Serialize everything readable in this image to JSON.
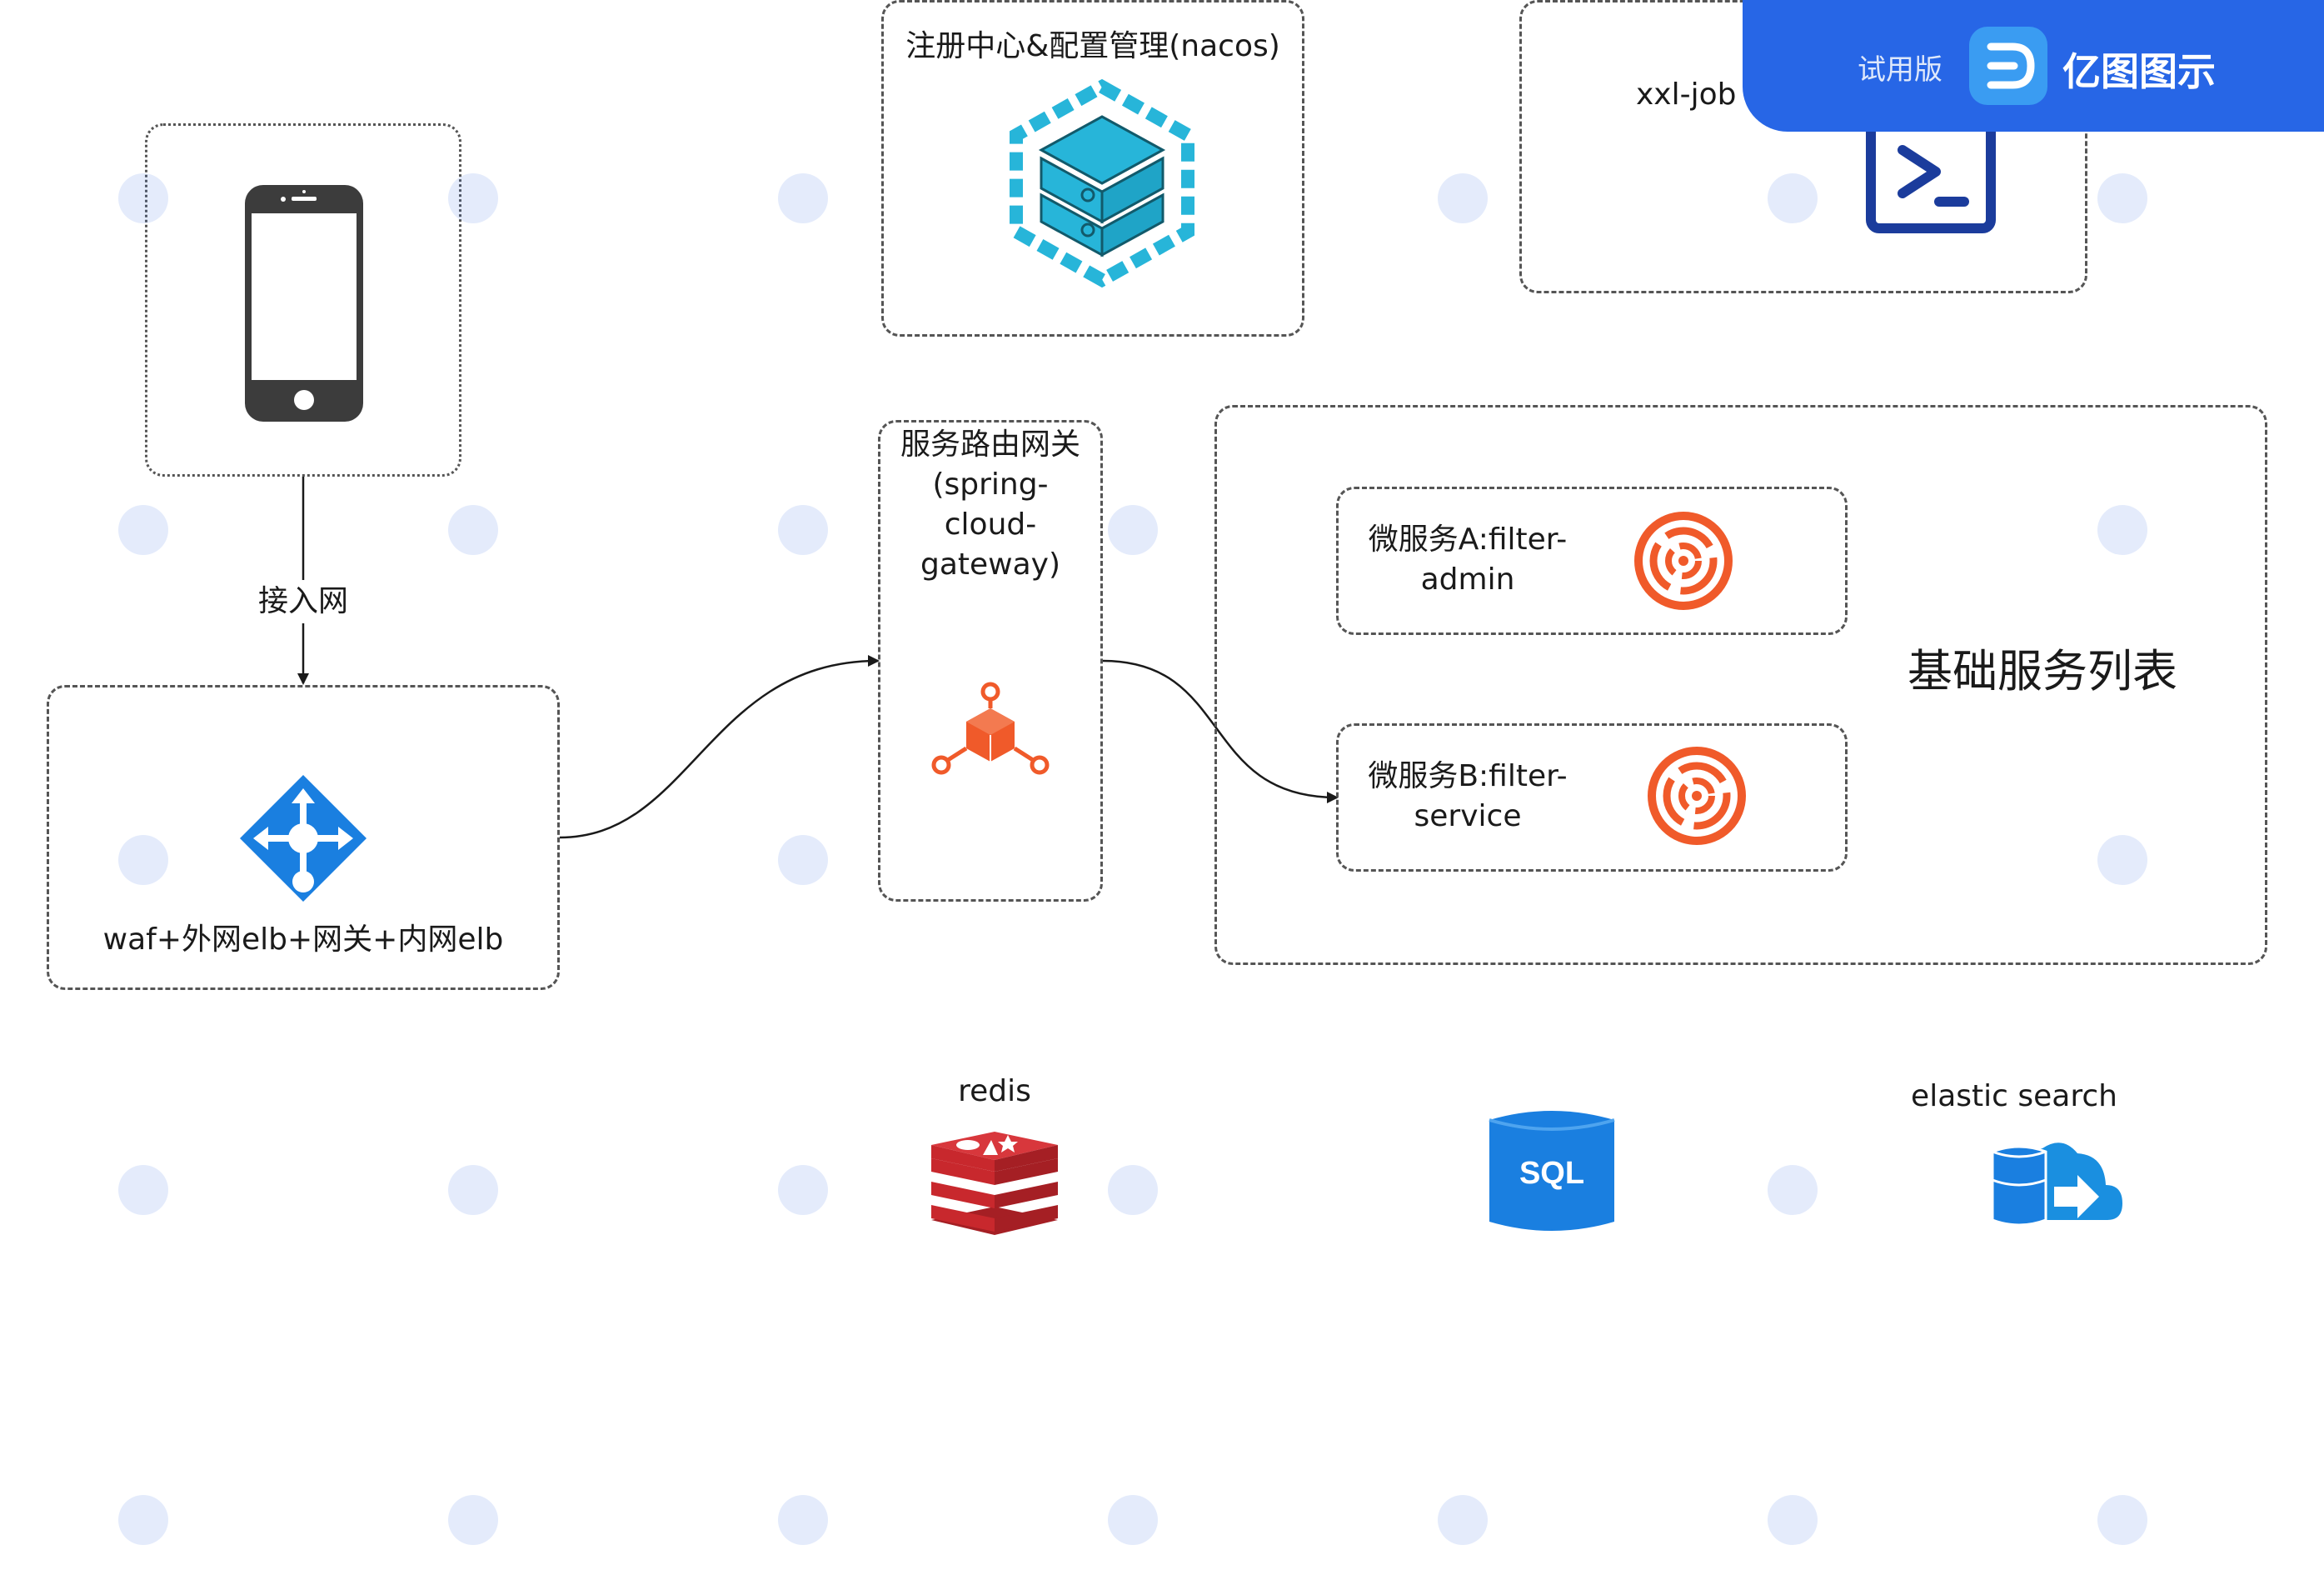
{
  "diagram": {
    "nodes": {
      "client": {
        "label": ""
      },
      "nacos": {
        "label": "注册中心&配置管理(nacos)"
      },
      "xxljob": {
        "label": "xxl-job"
      },
      "lb": {
        "label": "waf+外网elb+网关+内网elb"
      },
      "gateway": {
        "label": "服务路由网关\n(spring-\ncloud-\ngateway)"
      },
      "services_group": {
        "label": "基础服务列表"
      },
      "service_a": {
        "label": "微服务A:filter-\nadmin"
      },
      "service_b": {
        "label": "微服务B:filter-\nservice"
      },
      "redis": {
        "label": "redis"
      },
      "sql": {
        "label": "SQL"
      },
      "es": {
        "label": "elastic search"
      }
    },
    "edges": [
      {
        "from": "client",
        "to": "lb",
        "label": "接入网"
      },
      {
        "from": "lb",
        "to": "gateway",
        "label": ""
      },
      {
        "from": "gateway",
        "to": "service_b",
        "label": ""
      }
    ]
  },
  "brand": {
    "trial": "试用版",
    "name": "亿图图示",
    "color": "#2766e6"
  },
  "colors": {
    "nacos": "#27b5d9",
    "xxljob": "#1b3c9c",
    "lb": "#1a7fe0",
    "gateway": "#f05a2a",
    "service": "#f05a2a",
    "redis": "#c8282d",
    "sql": "#1a7fe0",
    "es": "#1a8fe0"
  },
  "icons": {
    "client": "smartphone-icon",
    "nacos": "nacos-cube-icon",
    "xxljob": "terminal-icon",
    "lb": "load-balancer-icon",
    "gateway": "api-gateway-icon",
    "service": "spiral-service-icon",
    "redis": "redis-icon",
    "sql": "sql-database-icon",
    "es": "cloud-database-icon"
  }
}
